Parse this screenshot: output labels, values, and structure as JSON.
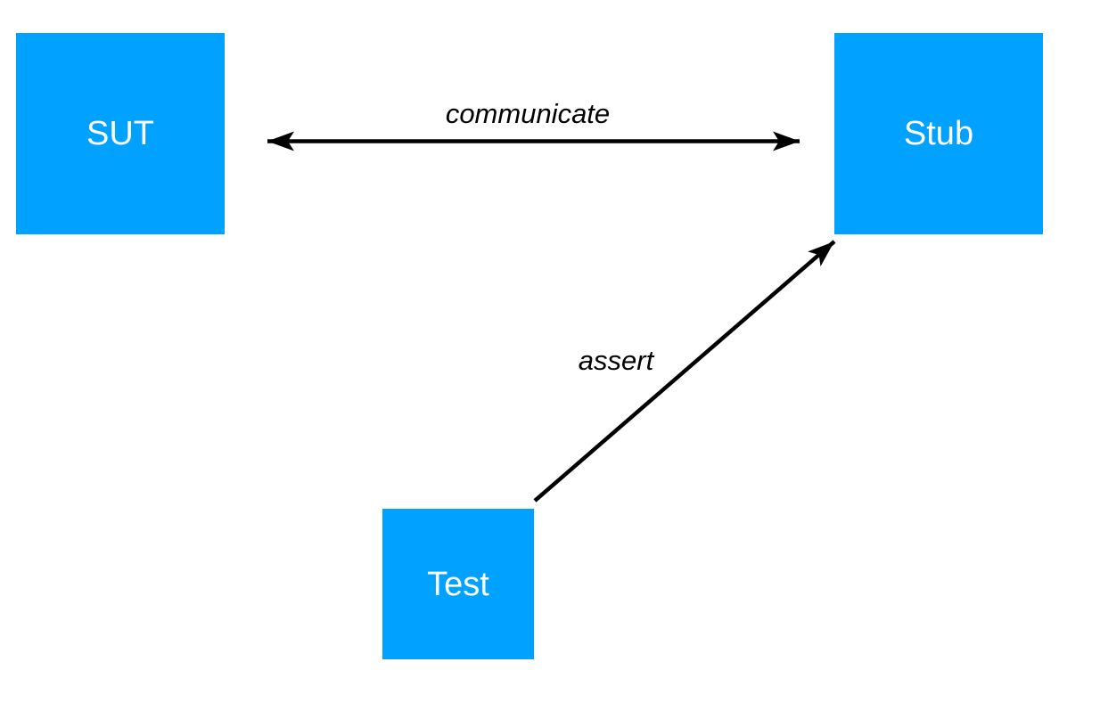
{
  "diagram": {
    "nodes": [
      {
        "id": "sut",
        "label": "SUT"
      },
      {
        "id": "stub",
        "label": "Stub"
      },
      {
        "id": "test",
        "label": "Test"
      }
    ],
    "edges": [
      {
        "id": "communicate",
        "label": "communicate",
        "from": "SUT",
        "to": "Stub",
        "direction": "bidirectional"
      },
      {
        "id": "assert",
        "label": "assert",
        "from": "Test",
        "to": "Stub",
        "direction": "one-way"
      }
    ]
  },
  "colors": {
    "node_fill": "#00A1FF",
    "node_text": "#FFFFFF",
    "arrow": "#000000",
    "background": "#FFFFFF"
  }
}
